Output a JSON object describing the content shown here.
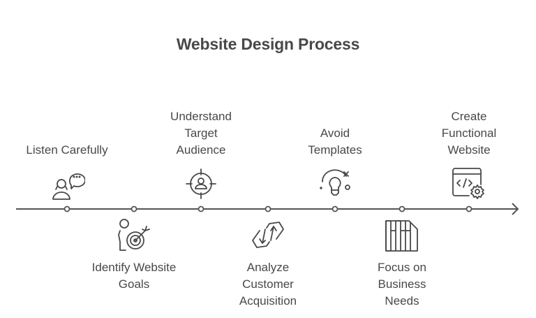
{
  "title": "Website Design Process",
  "colors": {
    "text": "#484848",
    "line": "#555555",
    "background": "#ffffff"
  },
  "timeline": {
    "steps": [
      {
        "label": "Listen Carefully",
        "position": "above",
        "icon": "listening-person-speech-bubble-icon"
      },
      {
        "label": "Identify Website Goals",
        "position": "below",
        "icon": "person-target-arrow-icon"
      },
      {
        "label": "Understand Target Audience",
        "position": "above",
        "icon": "audience-crosshair-icon"
      },
      {
        "label": "Analyze Customer Acquisition",
        "position": "below",
        "icon": "exchange-arrows-icon"
      },
      {
        "label": "Avoid Templates",
        "position": "above",
        "icon": "lightbulb-orbit-icon"
      },
      {
        "label": "Focus on Business Needs",
        "position": "below",
        "icon": "columns-building-icon"
      },
      {
        "label": "Create Functional Website",
        "position": "above",
        "icon": "code-window-gear-icon"
      }
    ]
  }
}
